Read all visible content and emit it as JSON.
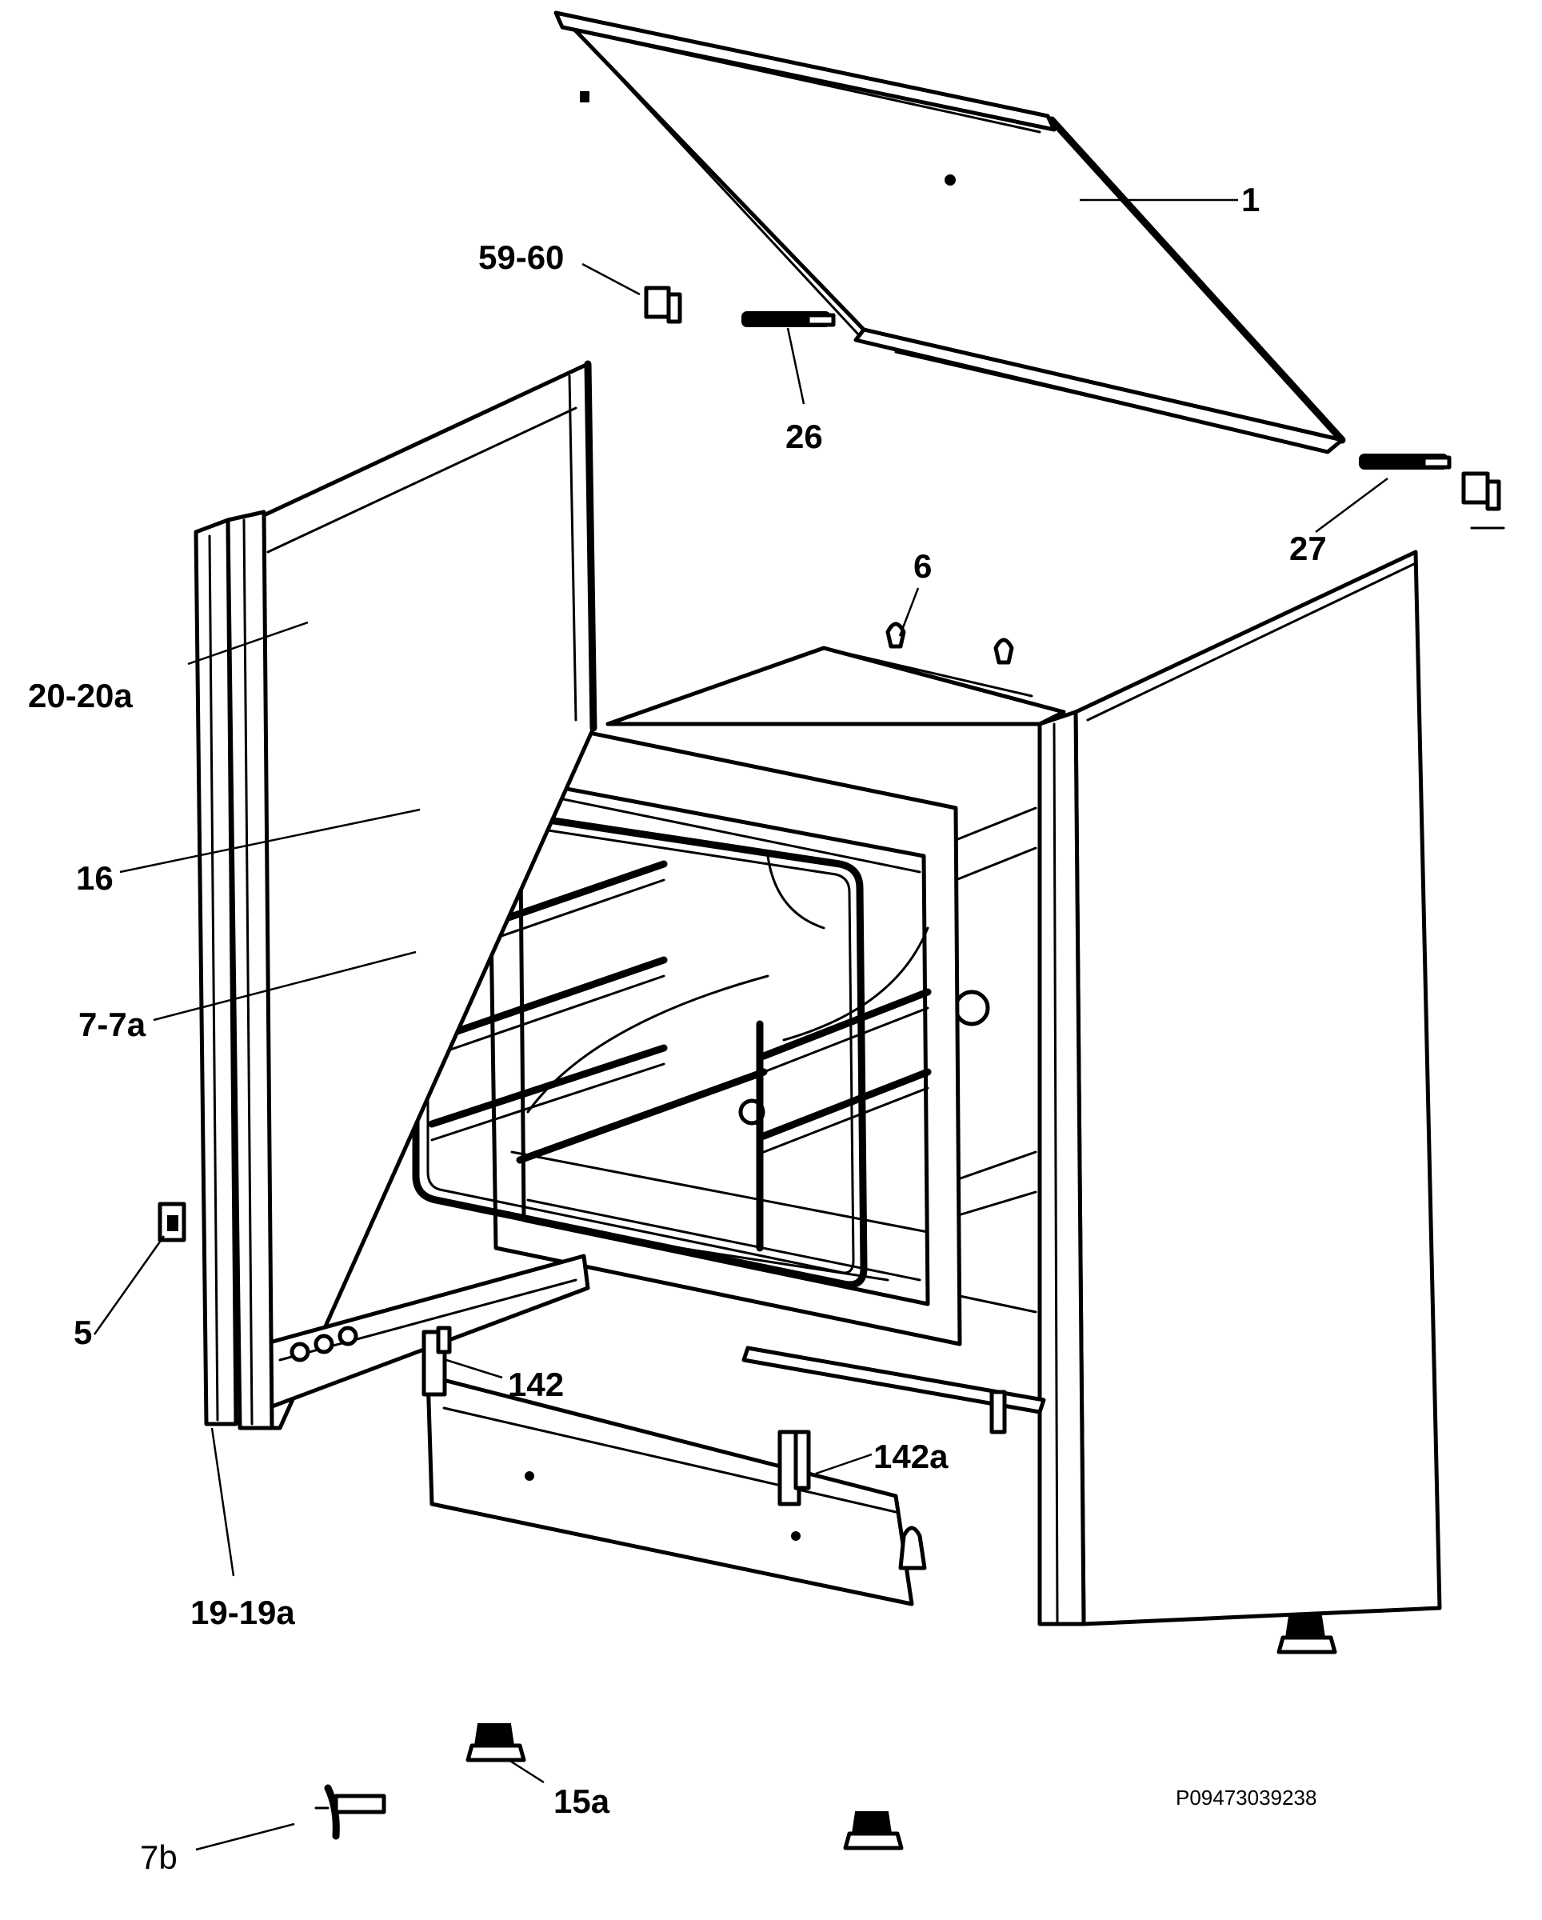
{
  "labels": {
    "p1": "1",
    "p59_60": "59-60",
    "p26": "26",
    "p27": "27",
    "p6": "6",
    "p20_20a": "20-20a",
    "p16": "16",
    "p7_7a": "7-7a",
    "p5": "5",
    "p142": "142",
    "p142a": "142a",
    "p19_19a": "19-19a",
    "p15a": "15a",
    "p7b": "7b"
  },
  "drawing_code": "P09473039238"
}
